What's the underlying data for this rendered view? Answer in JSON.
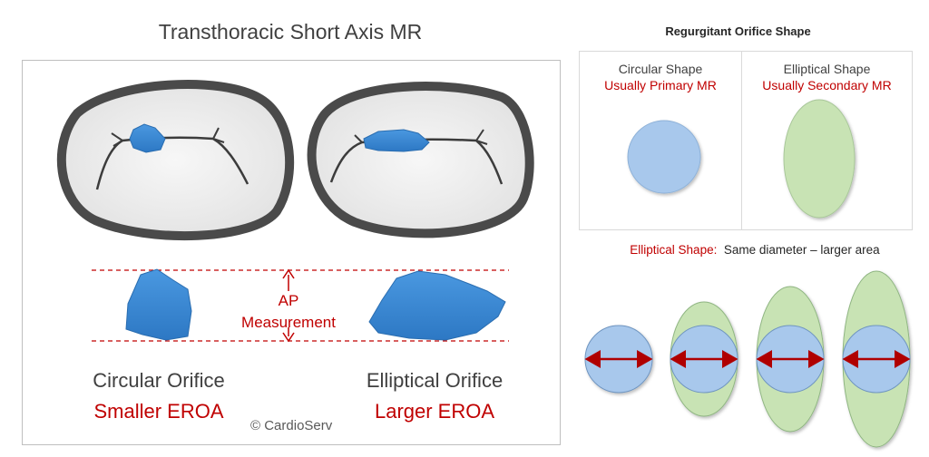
{
  "left": {
    "title": "Transthoracic Short Axis MR",
    "ap_label_line1": "AP",
    "ap_label_line2": "Measurement",
    "circular": {
      "name": "Circular Orifice",
      "eroa": "Smaller EROA"
    },
    "elliptical": {
      "name": "Elliptical Orifice",
      "eroa": "Larger EROA"
    },
    "copyright": "© CardioServ"
  },
  "right": {
    "title": "Regurgitant Orifice Shape",
    "circular": {
      "name": "Circular Shape",
      "note": "Usually Primary MR"
    },
    "elliptical": {
      "name": "Elliptical Shape",
      "note": "Usually Secondary MR"
    },
    "elliptical_note_prefix": "Elliptical Shape:",
    "elliptical_note_text": "Same diameter – larger area"
  },
  "colors": {
    "text_red": "#c00000",
    "orifice_blue": "#3a86d0",
    "circle_blue": "#a8c8ec",
    "ellipse_green": "#c8e3b4",
    "arrow_red": "#b00000",
    "valve_ring": "#4a4a4a",
    "valve_fill": "#efefef"
  }
}
